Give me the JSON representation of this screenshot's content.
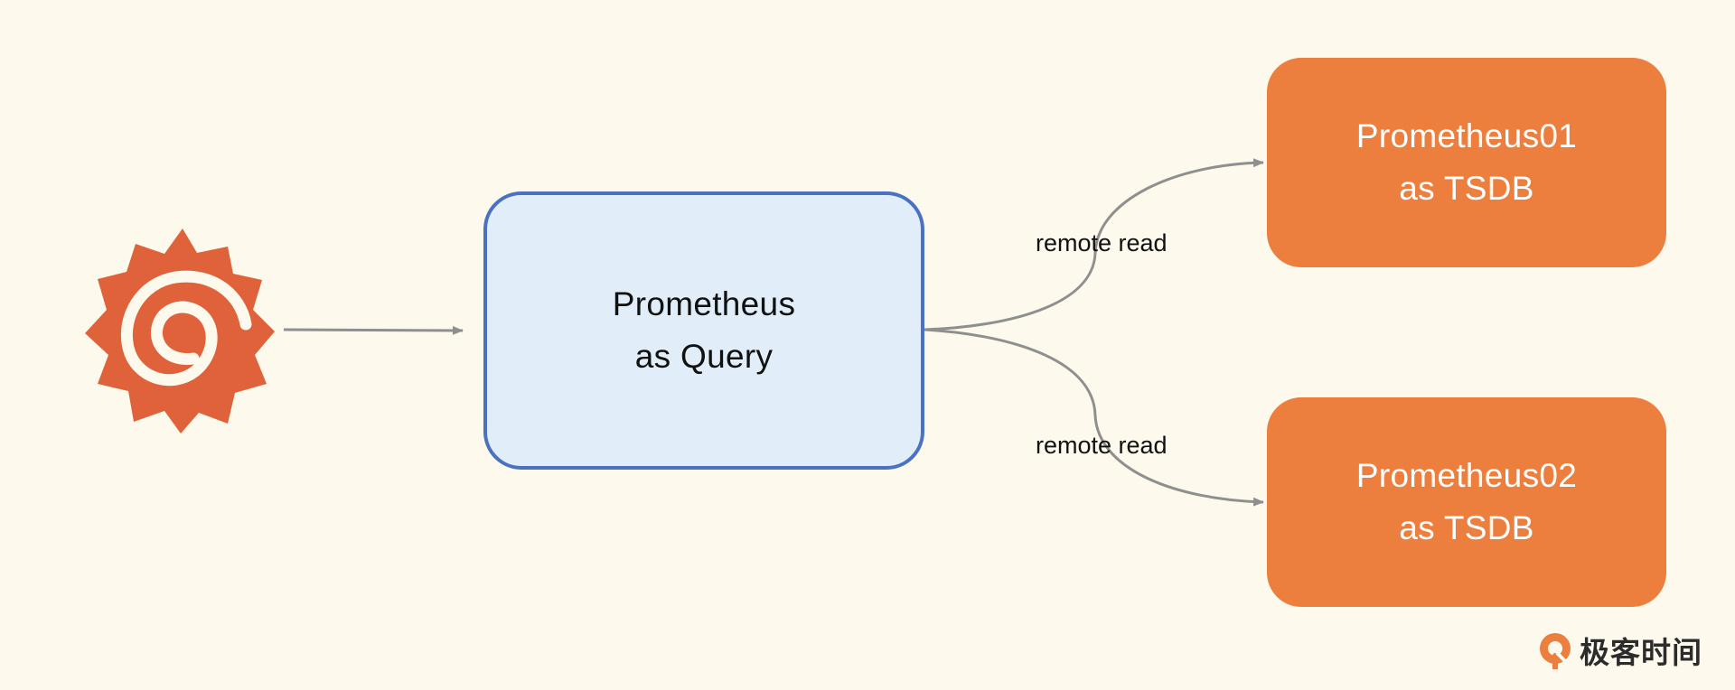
{
  "nodes": {
    "query": {
      "line1": "Prometheus",
      "line2": "as Query"
    },
    "tsdb_1": {
      "line1": "Prometheus01",
      "line2": "as TSDB"
    },
    "tsdb_2": {
      "line1": "Prometheus02",
      "line2": "as TSDB"
    }
  },
  "edges": {
    "label_1": "remote read",
    "label_2": "remote read"
  },
  "brand": {
    "name": "极客时间"
  },
  "icons": {
    "client": "grafana-logo-icon",
    "brand": "geektime-logo-icon"
  },
  "colors": {
    "background": "#fdf9ed",
    "query_fill": "#e1edf8",
    "query_border": "#4a72c0",
    "tsdb_fill": "#ec7e3e",
    "grafana": "#e0623b",
    "arrow": "#8f8f8f"
  }
}
